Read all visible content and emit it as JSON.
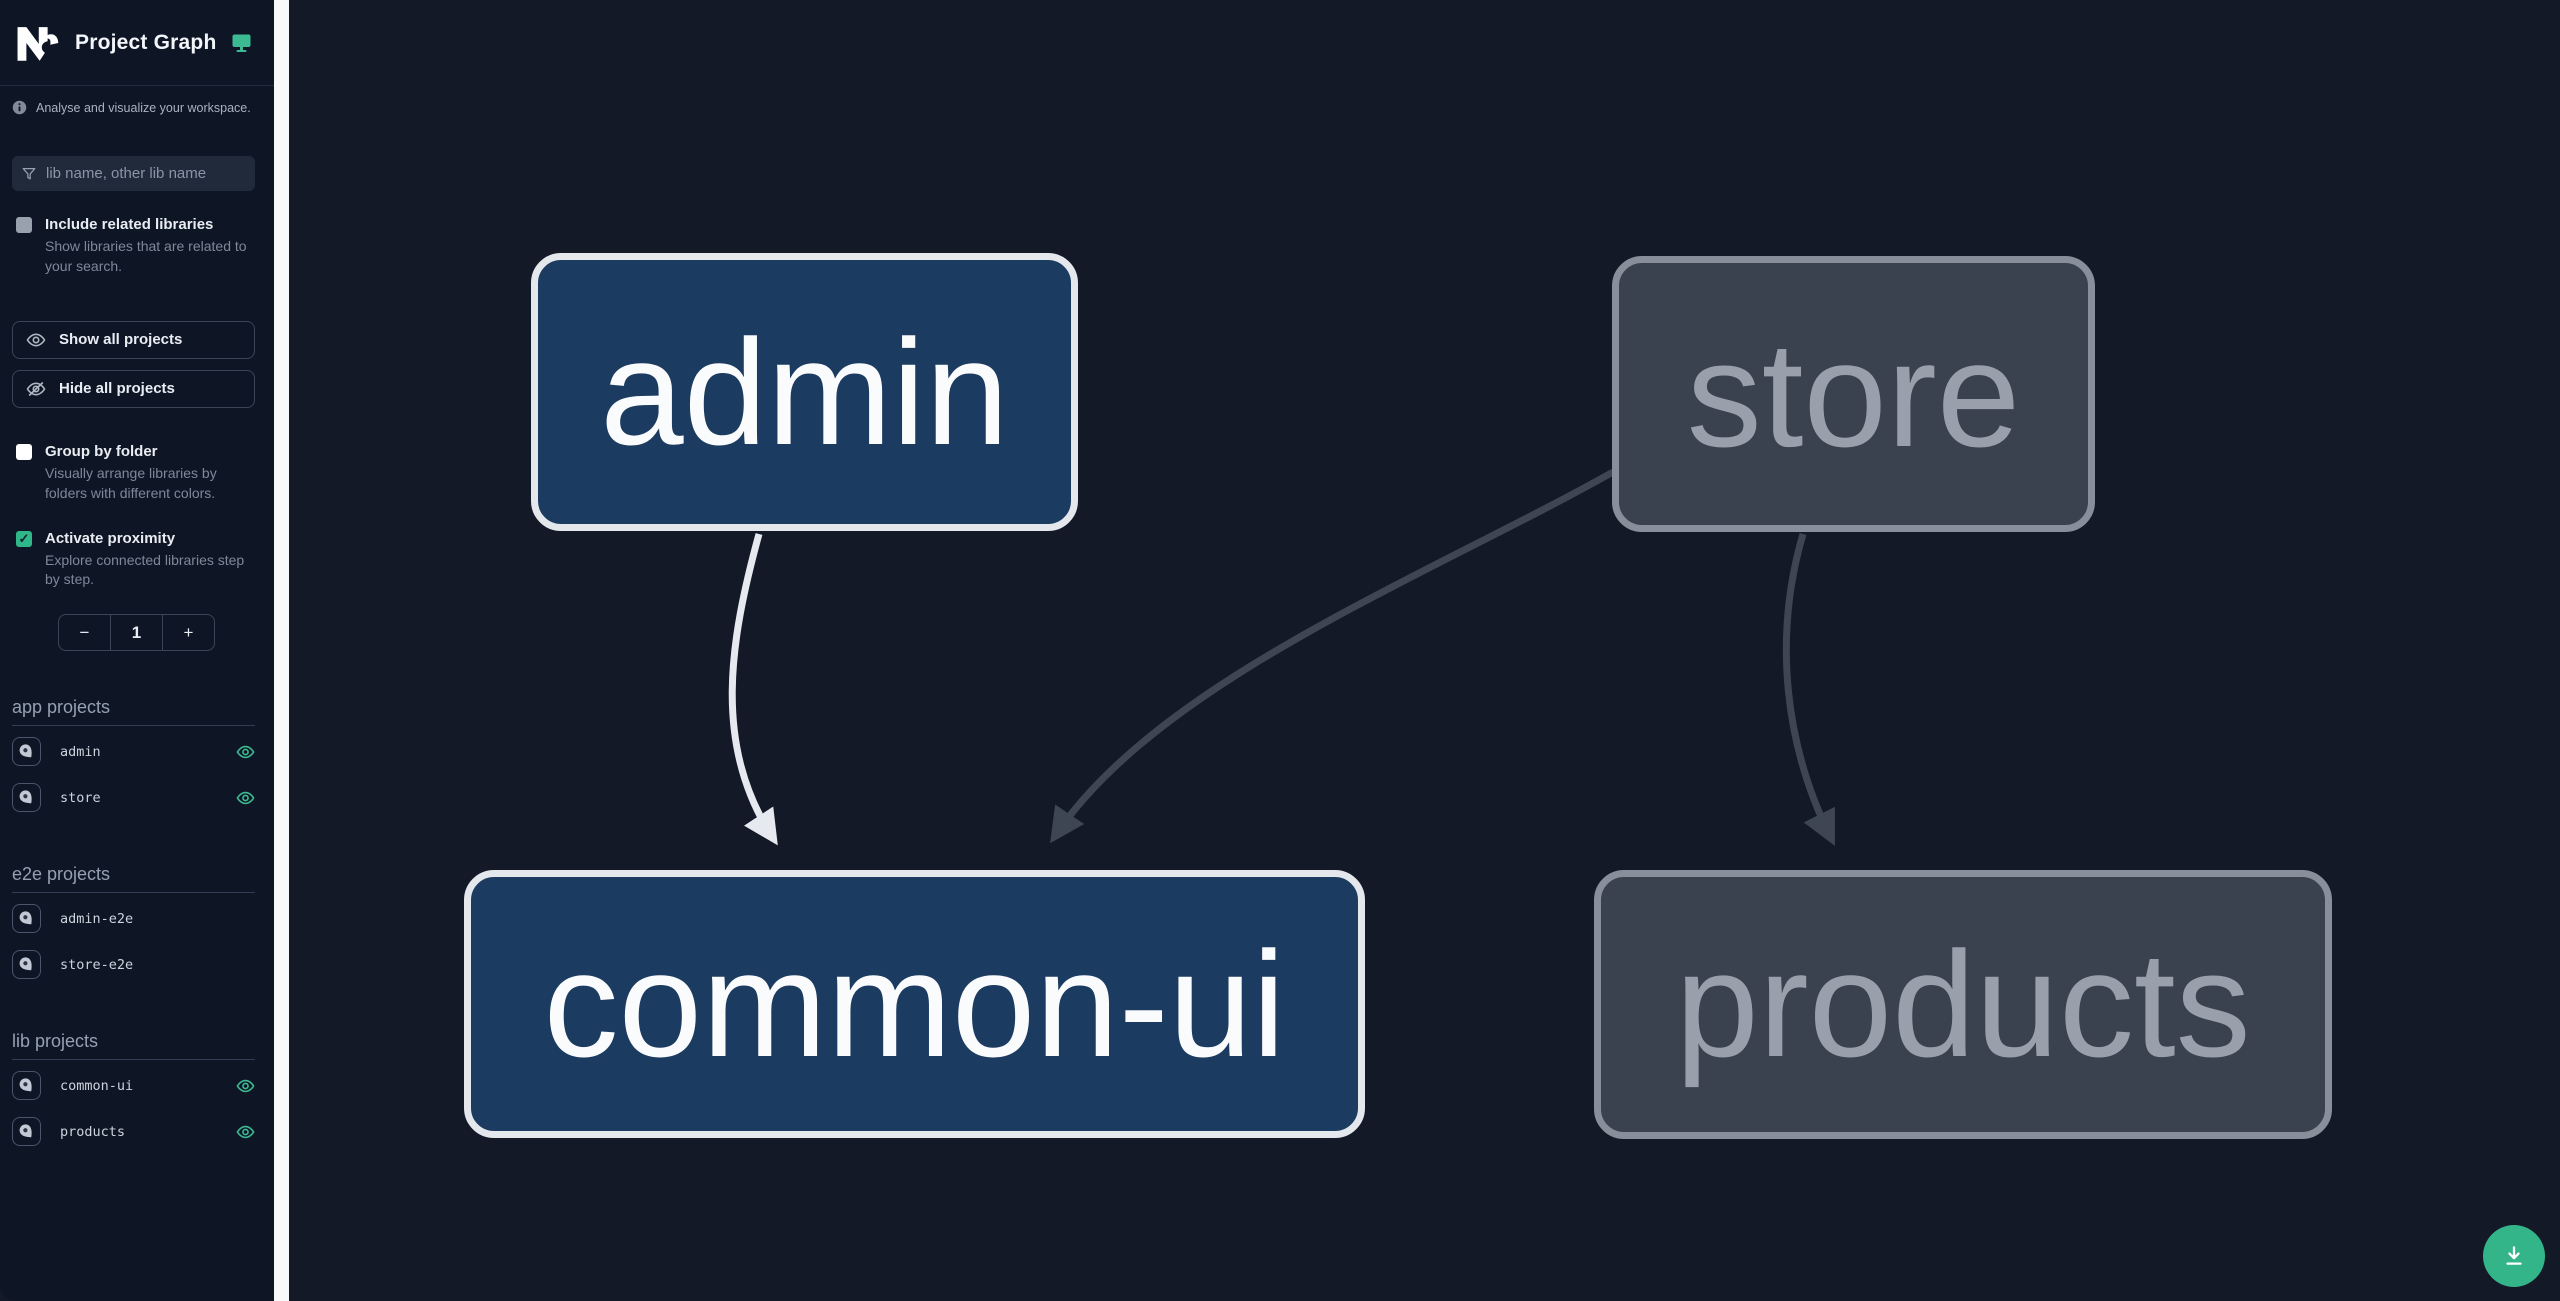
{
  "app": {
    "logo_text": "Nx",
    "title": "Project Graph"
  },
  "colors": {
    "accent_green": "#3cba92",
    "fab_green": "#34b489",
    "focused_node_fill": "#1c3b60",
    "focused_node_border": "#e4e8ec",
    "dimmed_node_fill": "#3a414f",
    "dimmed_node_border": "#898f9a",
    "edge_highlight": "#e6e9ef",
    "edge_dimmed": "#3e4654"
  },
  "icons": {
    "logo": "nx-logo",
    "header_right": "monitor-icon",
    "tagline": "info-icon",
    "filter": "funnel-icon",
    "show_all": "eye-icon",
    "hide_all": "eye-off-icon",
    "project_row": "pin-icon",
    "project_visibility": "eye-icon",
    "fab": "download-icon"
  },
  "sidebar": {
    "tagline": "Analyse and visualize your workspace.",
    "filter": {
      "placeholder": "lib name, other lib name"
    },
    "options": [
      {
        "label": "Include related libraries",
        "description": "Show libraries that are related to your search.",
        "checked": false
      },
      {
        "label": "Group by folder",
        "description": "Visually arrange libraries by folders with different colors.",
        "checked": false
      },
      {
        "label": "Activate proximity",
        "description": "Explore connected libraries step by step.",
        "checked": true
      }
    ],
    "check_glyph": "✓",
    "buttons": {
      "show_all": "Show all projects",
      "hide_all": "Hide all projects"
    },
    "proximity": {
      "decrement": "−",
      "value": "1",
      "increment": "+"
    },
    "sections": [
      {
        "label": "app projects",
        "items": [
          {
            "name": "admin",
            "visible": true
          },
          {
            "name": "store",
            "visible": true
          }
        ]
      },
      {
        "label": "e2e projects",
        "items": [
          {
            "name": "admin-e2e",
            "visible": false
          },
          {
            "name": "store-e2e",
            "visible": false
          }
        ]
      },
      {
        "label": "lib projects",
        "items": [
          {
            "name": "common-ui",
            "visible": true
          },
          {
            "name": "products",
            "visible": true
          }
        ]
      }
    ]
  },
  "graph": {
    "nodes": [
      {
        "label": "admin",
        "state": "focused"
      },
      {
        "label": "store",
        "state": "dimmed"
      },
      {
        "label": "common-ui",
        "state": "focused"
      },
      {
        "label": "products",
        "state": "dimmed"
      }
    ],
    "edges": [
      {
        "from": "admin",
        "to": "common-ui",
        "style": "highlighted"
      },
      {
        "from": "store",
        "to": "common-ui",
        "style": "dimmed"
      },
      {
        "from": "store",
        "to": "products",
        "style": "dimmed"
      }
    ]
  }
}
